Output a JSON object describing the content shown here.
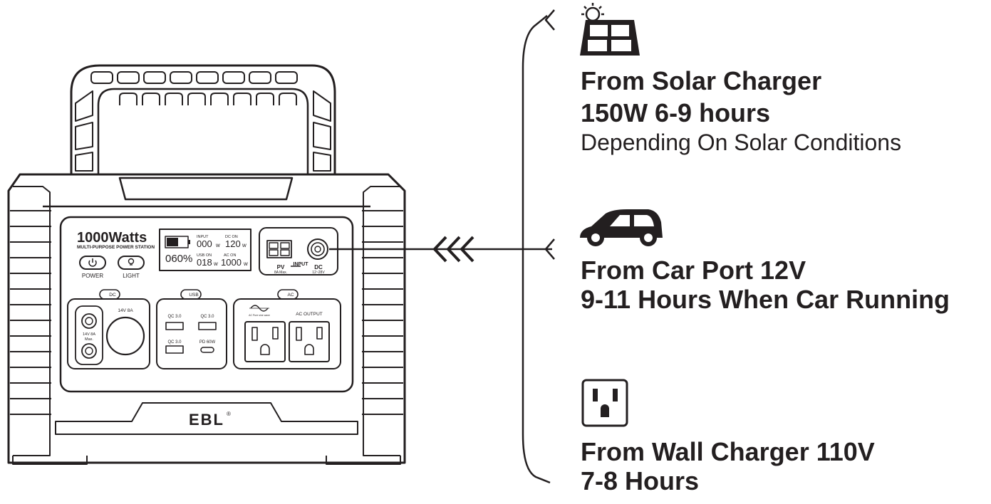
{
  "device": {
    "model_text": "1000Watts",
    "model_subtext": "MULTI-PURPOSE POWER STATION",
    "brand": "EBL",
    "brand_mark": "®",
    "buttons": {
      "power": "POWER",
      "light": "LIGHT"
    },
    "display": {
      "battery_percent": "060%",
      "input_label": "INPUT",
      "input_value": "000",
      "input_unit": "w",
      "dc_label": "DC ON",
      "dc_value": "120",
      "dc_unit": "w",
      "usb_label": "USB ON",
      "usb_value": "018",
      "usb_unit": "w",
      "ac_label": "AC ON",
      "ac_value": "1000",
      "ac_unit": "w"
    },
    "input_panel": {
      "pv_label": "PV",
      "pv_sub": "8A Max.",
      "input_label": "INPUT",
      "dc_label": "DC",
      "dc_sub": "12~28V"
    },
    "dc_panel": {
      "tag": "DC",
      "car_label": "14V 8A",
      "port_label_1": "14V 8A",
      "port_label_2": "Max."
    },
    "usb_panel": {
      "tag": "USB",
      "qc1": "QC 3.0",
      "qc2": "QC 3.0",
      "qc3": "QC 3.0",
      "pd": "PD 60W"
    },
    "ac_panel": {
      "tag": "AC",
      "output_label": "AC OUTPUT",
      "wave_label": "AC Pure sine wave"
    }
  },
  "charging_options": [
    {
      "icon": "solar-panel-icon",
      "title": "From Solar Charger",
      "detail": "150W 6-9 hours",
      "note": "Depending On Solar Conditions"
    },
    {
      "icon": "car-icon",
      "title": "From Car Port 12V",
      "detail": "9-11 Hours When Car Running"
    },
    {
      "icon": "wall-outlet-icon",
      "title": "From Wall Charger 110V",
      "detail": "7-8 Hours"
    }
  ],
  "colors": {
    "line": "#231f20",
    "background": "#ffffff"
  }
}
